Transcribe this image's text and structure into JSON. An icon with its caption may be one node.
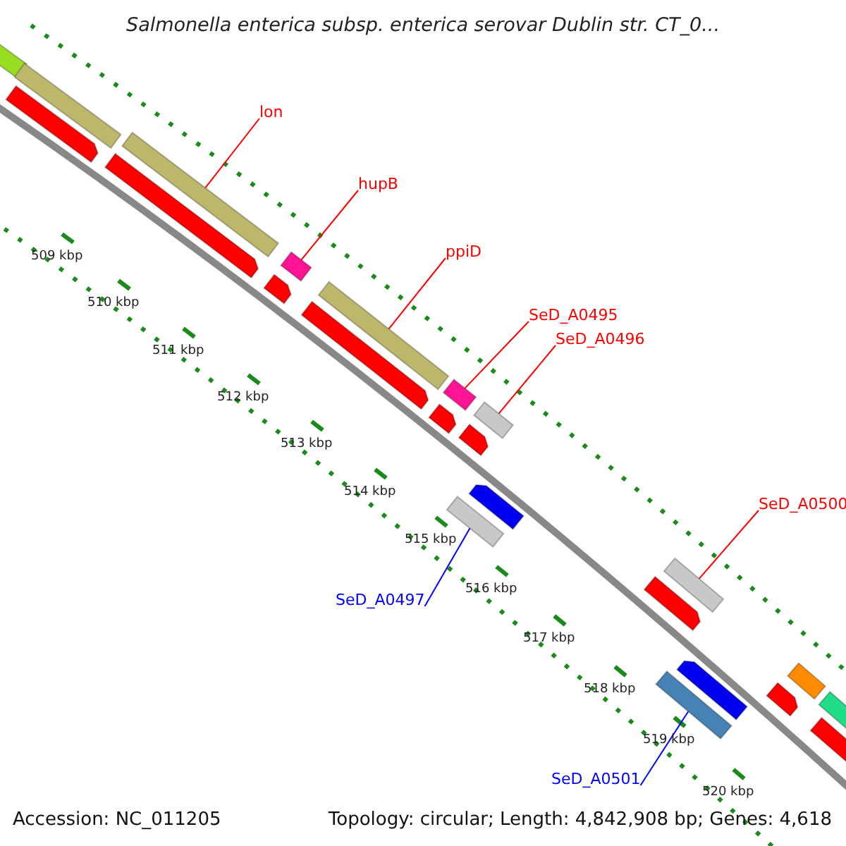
{
  "diagram": {
    "title": "Salmonella enterica subsp. enterica serovar Dublin str. CT_0...",
    "nodes": [
      {
        "text": [
          "lon"
        ]
      },
      {
        "text": [],
        "shape": "bar"
      },
      {
        "text": [
          "hupB"
        ]
      },
      {
        "text": [],
        "shape": "bar"
      },
      {
        "text": [
          "ppiD"
        ]
      },
      {
        "text": [],
        "shape": "bar"
      },
      {
        "text": [
          "SeD_A0495"
        ]
      },
      {
        "text": [],
        "shape": "bar"
      },
      {
        "text": [
          "SeD_A0496"
        ]
      },
      {
        "text": [],
        "shape": "bar"
      },
      {
        "text": [
          "SeD_A0500"
        ]
      },
      {
        "text": [],
        "shape": "bar"
      },
      {
        "text": [
          "SeD_A0497"
        ]
      },
      {
        "text": [],
        "shape": "bar"
      },
      {
        "text": [
          "SeD_A0501"
        ]
      },
      {
        "text": [],
        "shape": "bar"
      },
      {
        "text": [],
        "shape": "bar"
      },
      {
        "text": [],
        "shape": "pentagon"
      },
      {
        "text": [],
        "shape": "bar"
      },
      {
        "text": [],
        "shape": "pentagon"
      },
      {
        "text": [],
        "shape": "pentagon"
      },
      {
        "text": [],
        "shape": "pentagon"
      },
      {
        "text": [],
        "shape": "pentagon"
      },
      {
        "text": [],
        "shape": "pentagon"
      },
      {
        "text": [],
        "shape": "pentagon"
      },
      {
        "text": [],
        "shape": "pentagon"
      },
      {
        "text": [],
        "shape": "pentagon"
      },
      {
        "text": [],
        "shape": "pentagon"
      },
      {
        "text": [],
        "shape": "bar"
      },
      {
        "text": [],
        "shape": "pentagon"
      },
      {
        "text": [],
        "shape": "bar"
      }
    ],
    "edges": [
      {
        "from": 0,
        "to": 1,
        "arrow": "none"
      },
      {
        "from": 2,
        "to": 3,
        "arrow": "none"
      },
      {
        "from": 4,
        "to": 5,
        "arrow": "none"
      },
      {
        "from": 6,
        "to": 7,
        "arrow": "none"
      },
      {
        "from": 8,
        "to": 9,
        "arrow": "none"
      },
      {
        "from": 10,
        "to": 11,
        "arrow": "none"
      },
      {
        "from": 12,
        "to": 13,
        "arrow": "none",
        "color": "#0000ff"
      },
      {
        "from": 14,
        "to": 15,
        "arrow": "none",
        "color": "#0000ff"
      }
    ],
    "labels": [
      "509 kbp",
      "510 kbp",
      "511 kbp",
      "512 kbp",
      "513 kbp",
      "514 kbp",
      "515 kbp",
      "516 kbp",
      "517 kbp",
      "518 kbp",
      "519 kbp",
      "520 kbp",
      "Accession: NC_011205",
      "Topology: circular; Length: 4,842,908 bp; Genes: 4,618"
    ]
  }
}
